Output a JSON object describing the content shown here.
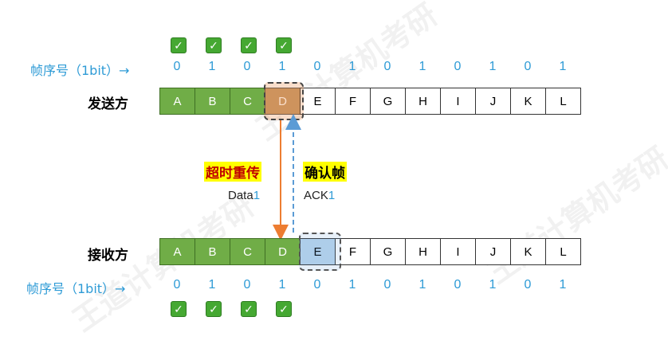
{
  "sender": {
    "label": "发送方"
  },
  "receiver": {
    "label": "接收方"
  },
  "seq_label": "帧序号（1bit）→",
  "frames": [
    "A",
    "B",
    "C",
    "D",
    "E",
    "F",
    "G",
    "H",
    "I",
    "J",
    "K",
    "L"
  ],
  "seq_numbers": [
    "0",
    "1",
    "0",
    "1",
    "0",
    "1",
    "0",
    "1",
    "0",
    "1",
    "0",
    "1"
  ],
  "sender_acked_count": 3,
  "sender_timeout_index": 3,
  "receiver_acked_count": 4,
  "receiver_expected_index": 4,
  "check_mark": "✓",
  "events": {
    "timeout_label": "超时重传",
    "ack_label": "确认帧",
    "data_msg": {
      "text": "Data",
      "num": "1"
    },
    "ack_msg": {
      "text": "ACK",
      "num": "1"
    }
  },
  "watermark": "王道计算机考研",
  "colors": {
    "acked_green": "#70ad47",
    "timeout_brown": "#c59b6c",
    "expected_blue": "#bdd7ee",
    "seq_blue": "#2e9bd6",
    "data_arrow": "#ed7d31",
    "ack_arrow": "#5b9bd5",
    "highlight_yellow": "#ffff00",
    "alert_red": "#c00000"
  }
}
